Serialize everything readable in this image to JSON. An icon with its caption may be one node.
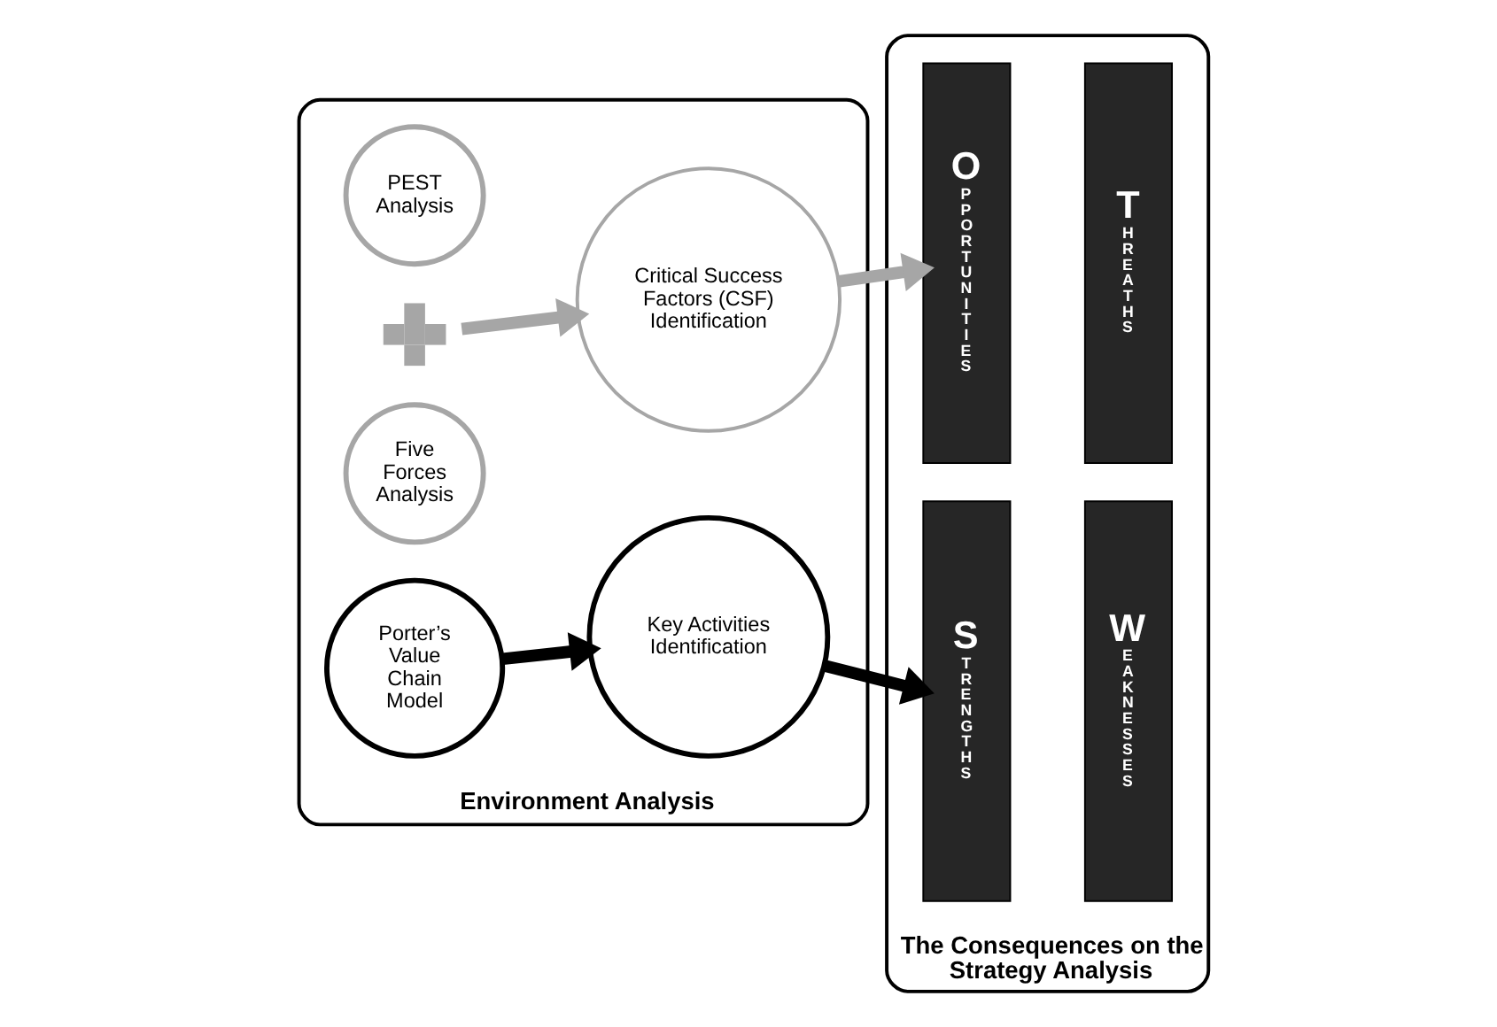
{
  "diagram": {
    "nodes": [
      {
        "text": [
          "Environment Analysis"
        ]
      },
      {
        "text": [
          "PEST Analysis"
        ],
        "in": 0
      },
      {
        "text": [],
        "shape": "plus",
        "in": 0
      },
      {
        "text": [
          "Five Forces Analysis"
        ],
        "in": 0
      },
      {
        "text": [
          "Critical Success Factors (CSF) Identification"
        ],
        "in": 0
      },
      {
        "text": [
          "Porter’s Value Chain Model"
        ],
        "in": 0
      },
      {
        "text": [
          "Key Activities Identification"
        ],
        "in": 0
      },
      {
        "text": [
          "The Consequences on the Strategy Analysis"
        ]
      },
      {
        "text": [
          "O",
          "PPORTUNITIES"
        ],
        "in": 7
      },
      {
        "text": [
          "T",
          "HREATHS"
        ],
        "in": 7
      },
      {
        "text": [
          "S",
          "TRENGTHS"
        ],
        "in": 7
      },
      {
        "text": [
          "W",
          "EAKNESSES"
        ],
        "in": 7
      }
    ],
    "edges": [
      {
        "from": 2,
        "to": 4,
        "arrow": "to",
        "color": "#a6a6a6"
      },
      {
        "from": 4,
        "to": 8,
        "arrow": "to",
        "color": "#a6a6a6"
      },
      {
        "from": 5,
        "to": 6,
        "arrow": "to",
        "color": "#000000"
      },
      {
        "from": 6,
        "to": 10,
        "arrow": "to",
        "color": "#000000"
      }
    ]
  }
}
